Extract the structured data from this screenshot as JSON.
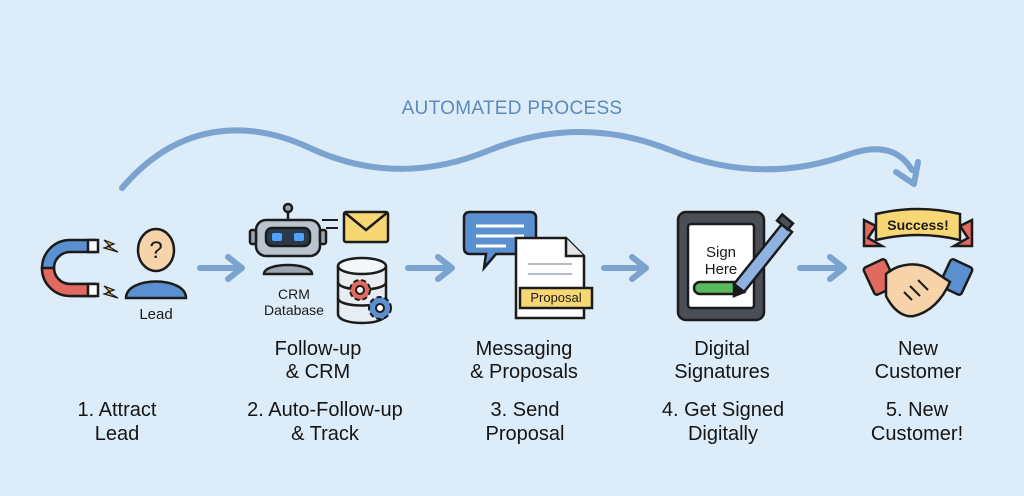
{
  "banner": {
    "title": "AUTOMATED PROCESS"
  },
  "icons": {
    "lead_label": "Lead",
    "crm_label_1": "CRM",
    "crm_label_2": "Database",
    "proposal_doc": "Proposal",
    "sign_text_1": "Sign",
    "sign_text_2": "Here",
    "success_ribbon": "Success!"
  },
  "headings": [
    {
      "line1": "Follow-up",
      "line2": "& CRM"
    },
    {
      "line1": "Messaging",
      "line2": "& Proposals"
    },
    {
      "line1": "Digital",
      "line2": "Signatures"
    },
    {
      "line1": "New",
      "line2": "Customer"
    }
  ],
  "steps": [
    {
      "line1": "1. Attract",
      "line2": "Lead"
    },
    {
      "line1": "2. Auto-Follow-up",
      "line2": "& Track"
    },
    {
      "line1": "3. Send",
      "line2": "Proposal"
    },
    {
      "line1": "4. Get Signed",
      "line2": "Digitally"
    },
    {
      "line1": "5. New",
      "line2": "Customer!"
    }
  ],
  "colors": {
    "background": "#dcecf8",
    "arrow": "#7aa3cf",
    "banner_text": "#5b8bbd",
    "magnet_red": "#e06a5f",
    "magnet_blue": "#5a8fd0",
    "envelope_yellow": "#f7d774",
    "sign_green": "#5cb85c"
  }
}
